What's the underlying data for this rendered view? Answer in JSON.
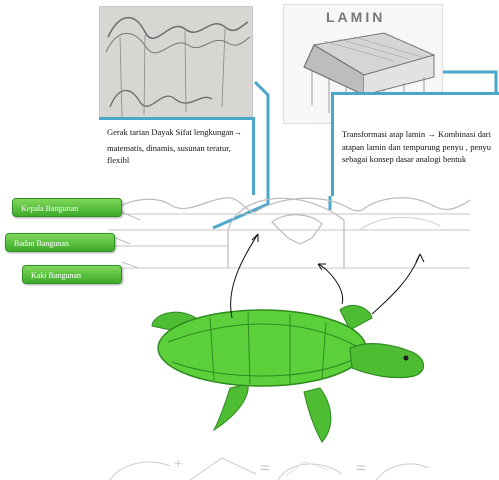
{
  "top_left_sketch": {
    "caption": "Gerak tarian Dayak Sifat lengkungan→",
    "caption_line2": "matematis, dinamis, susunan teratur, flexibl"
  },
  "top_right_sketch": {
    "title": "LAMIN",
    "caption": "Transformasi atap lamin → Kombinasi dari atapan lamin dan tempurung penyu , penyu sebagai konsep dasar analogi bentuk"
  },
  "labels": {
    "head": "Kepala Bangunan",
    "body": "Badan Bangunan",
    "foot": "Kaki Bangunan"
  },
  "colors": {
    "callout_border": "#4aa7c9",
    "label_green": "#4cb832",
    "turtle_shell": "#5bd03a",
    "line_gray": "#9a9a9a"
  },
  "bottom_equation": {
    "plus": "+",
    "equals_1": "=",
    "equals_2": "="
  }
}
